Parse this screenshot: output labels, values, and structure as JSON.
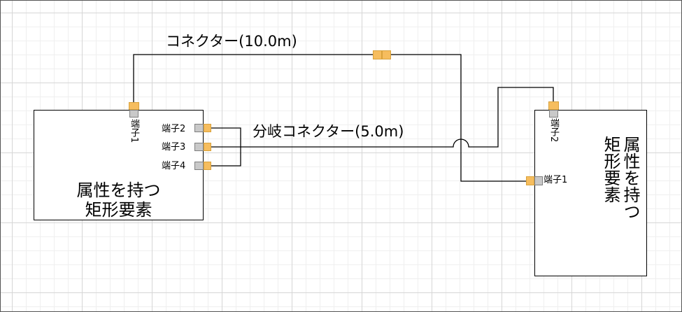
{
  "element_left": {
    "title": "属性を持つ\n矩形要素",
    "terminals": [
      "端子1",
      "端子2",
      "端子3",
      "端子4"
    ]
  },
  "element_right": {
    "title": "属性を持つ\n矩形要素",
    "terminals": [
      "端子1",
      "端子2"
    ]
  },
  "connectors": {
    "main_label": "コネクター(10.0m)",
    "branch_label": "分岐コネクター(5.0m)"
  },
  "colors": {
    "port_orange": "#f6bd5e",
    "port_grey": "#c9c9c9",
    "wire": "#000000",
    "grid": "#d6d6d6"
  }
}
